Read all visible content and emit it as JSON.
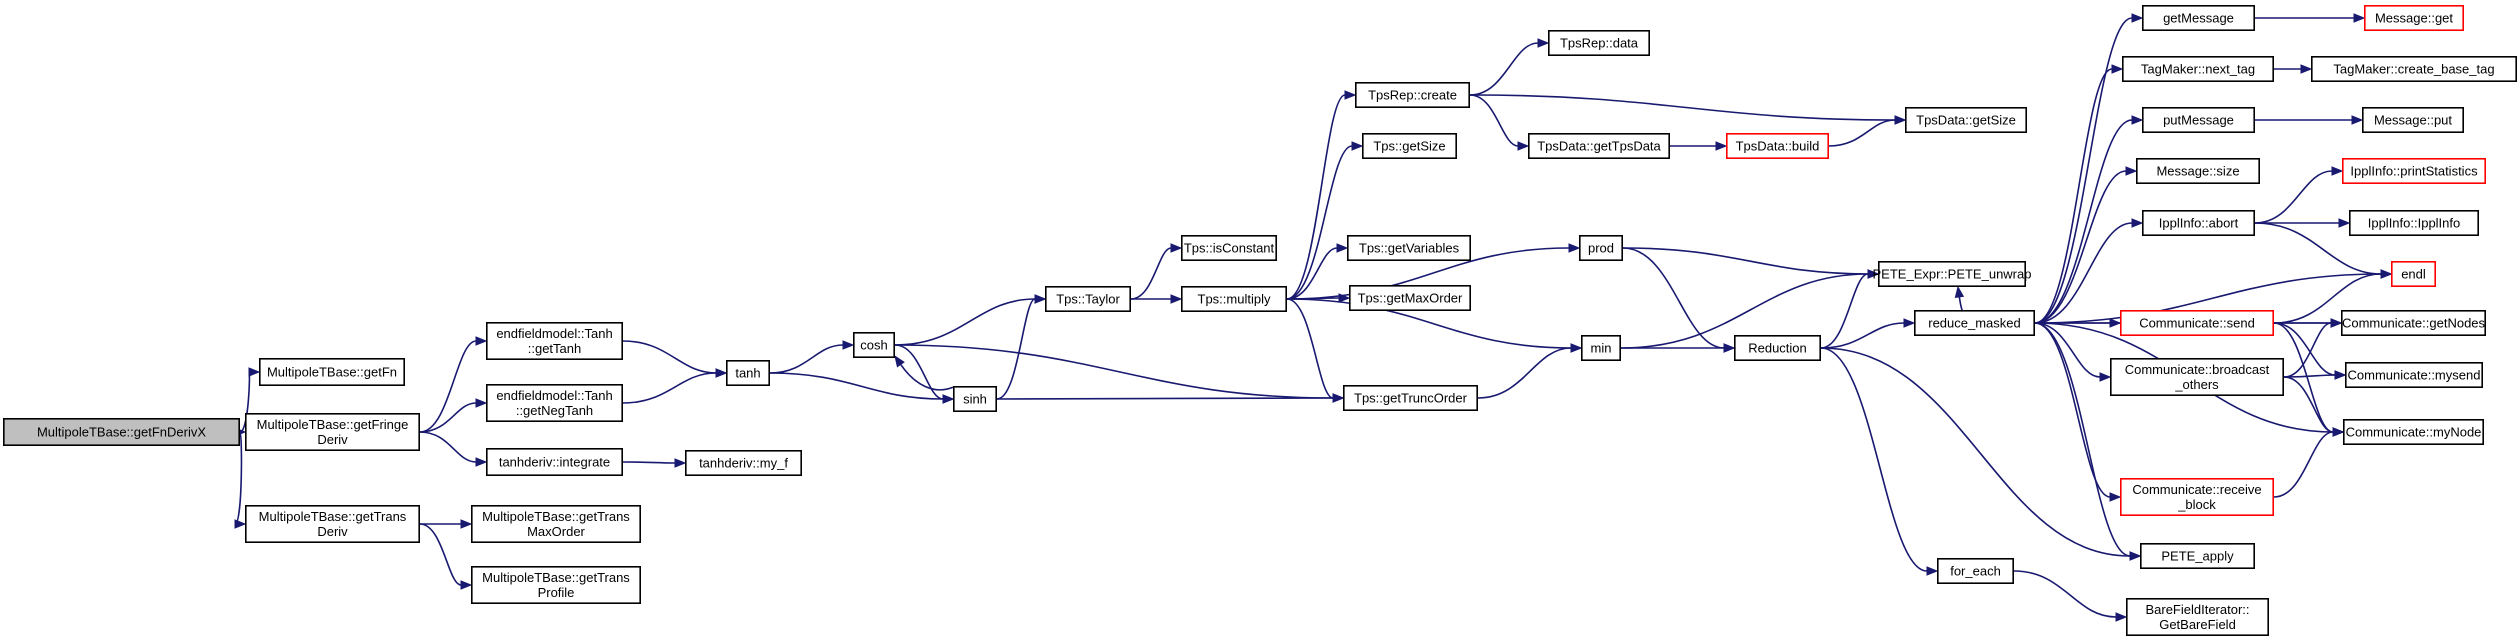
{
  "colors": {
    "edge": "#191970",
    "node_border": "#000000",
    "incomplete_border": "#ff0000",
    "root_fill": "#bfbfbf"
  },
  "nodes": [
    {
      "id": "root",
      "lines": [
        "MultipoleTBase::getFnDerivX"
      ],
      "style": "root"
    },
    {
      "id": "getFn",
      "lines": [
        "MultipoleTBase::getFn"
      ]
    },
    {
      "id": "fringe",
      "lines": [
        "MultipoleTBase::getFringe",
        "Deriv"
      ]
    },
    {
      "id": "trans",
      "lines": [
        "MultipoleTBase::getTrans",
        "Deriv"
      ]
    },
    {
      "id": "tanhGet",
      "lines": [
        "endfieldmodel::Tanh",
        "::getTanh"
      ]
    },
    {
      "id": "tanhNeg",
      "lines": [
        "endfieldmodel::Tanh",
        "::getNegTanh"
      ]
    },
    {
      "id": "integrate",
      "lines": [
        "tanhderiv::integrate"
      ]
    },
    {
      "id": "myf",
      "lines": [
        "tanhderiv::my_f"
      ]
    },
    {
      "id": "maxorder",
      "lines": [
        "MultipoleTBase::getTrans",
        "MaxOrder"
      ]
    },
    {
      "id": "profile",
      "lines": [
        "MultipoleTBase::getTrans",
        "Profile"
      ]
    },
    {
      "id": "tanh",
      "lines": [
        "tanh"
      ]
    },
    {
      "id": "cosh",
      "lines": [
        "cosh"
      ]
    },
    {
      "id": "sinh",
      "lines": [
        "sinh"
      ]
    },
    {
      "id": "taylor",
      "lines": [
        "Tps::Taylor"
      ]
    },
    {
      "id": "isconst",
      "lines": [
        "Tps::isConstant"
      ]
    },
    {
      "id": "multiply",
      "lines": [
        "Tps::multiply"
      ]
    },
    {
      "id": "truncorder",
      "lines": [
        "Tps::getTruncOrder"
      ]
    },
    {
      "id": "tpsrepcreate",
      "lines": [
        "TpsRep::create"
      ]
    },
    {
      "id": "tpsgetsize",
      "lines": [
        "Tps::getSize"
      ]
    },
    {
      "id": "getvariables",
      "lines": [
        "Tps::getVariables"
      ]
    },
    {
      "id": "getmaxorder",
      "lines": [
        "Tps::getMaxOrder"
      ]
    },
    {
      "id": "tpsrepdata",
      "lines": [
        "TpsRep::data"
      ]
    },
    {
      "id": "gettpsdata",
      "lines": [
        "TpsData::getTpsData"
      ]
    },
    {
      "id": "tpsdatabuild",
      "lines": [
        "TpsData::build"
      ],
      "style": "red"
    },
    {
      "id": "tpsdatagetsize",
      "lines": [
        "TpsData::getSize"
      ]
    },
    {
      "id": "prod",
      "lines": [
        "prod"
      ]
    },
    {
      "id": "min",
      "lines": [
        "min"
      ]
    },
    {
      "id": "reduction",
      "lines": [
        "Reduction"
      ]
    },
    {
      "id": "unwrap",
      "lines": [
        "PETE_Expr::PETE_unwrap"
      ]
    },
    {
      "id": "reducemasked",
      "lines": [
        "reduce_masked"
      ]
    },
    {
      "id": "foreach",
      "lines": [
        "for_each"
      ]
    },
    {
      "id": "getbarefield",
      "lines": [
        "BareFieldIterator::",
        "GetBareField"
      ]
    },
    {
      "id": "peteapply",
      "lines": [
        "PETE_apply"
      ]
    },
    {
      "id": "getmessage",
      "lines": [
        "getMessage"
      ]
    },
    {
      "id": "messageget",
      "lines": [
        "Message::get"
      ],
      "style": "red"
    },
    {
      "id": "nexttag",
      "lines": [
        "TagMaker::next_tag"
      ]
    },
    {
      "id": "createbasetag",
      "lines": [
        "TagMaker::create_base_tag"
      ]
    },
    {
      "id": "putmessage",
      "lines": [
        "putMessage"
      ]
    },
    {
      "id": "messageput",
      "lines": [
        "Message::put"
      ]
    },
    {
      "id": "messagesize",
      "lines": [
        "Message::size"
      ]
    },
    {
      "id": "abort",
      "lines": [
        "IpplInfo::abort"
      ]
    },
    {
      "id": "printstats",
      "lines": [
        "IpplInfo::printStatistics"
      ],
      "style": "red"
    },
    {
      "id": "ipplinfo",
      "lines": [
        "IpplInfo::IpplInfo"
      ]
    },
    {
      "id": "endl",
      "lines": [
        "endl"
      ],
      "style": "red"
    },
    {
      "id": "send",
      "lines": [
        "Communicate::send"
      ],
      "style": "red"
    },
    {
      "id": "broadcast",
      "lines": [
        "Communicate::broadcast",
        "_others"
      ]
    },
    {
      "id": "receive",
      "lines": [
        "Communicate::receive",
        "_block"
      ],
      "style": "red"
    },
    {
      "id": "getnodes",
      "lines": [
        "Communicate::getNodes"
      ]
    },
    {
      "id": "mysend",
      "lines": [
        "Communicate::mysend"
      ]
    },
    {
      "id": "mynode",
      "lines": [
        "Communicate::myNode"
      ]
    }
  ],
  "edges": [
    [
      "root",
      "getFn"
    ],
    [
      "root",
      "fringe"
    ],
    [
      "root",
      "trans"
    ],
    [
      "fringe",
      "tanhGet"
    ],
    [
      "fringe",
      "tanhNeg"
    ],
    [
      "fringe",
      "integrate"
    ],
    [
      "integrate",
      "myf"
    ],
    [
      "trans",
      "maxorder"
    ],
    [
      "trans",
      "profile"
    ],
    [
      "tanhGet",
      "tanh"
    ],
    [
      "tanhNeg",
      "tanh"
    ],
    [
      "tanh",
      "cosh"
    ],
    [
      "tanh",
      "sinh"
    ],
    [
      "cosh",
      "sinh"
    ],
    [
      "cosh",
      "taylor"
    ],
    [
      "cosh",
      "truncorder"
    ],
    [
      "sinh",
      "cosh"
    ],
    [
      "sinh",
      "taylor"
    ],
    [
      "sinh",
      "truncorder"
    ],
    [
      "taylor",
      "isconst"
    ],
    [
      "taylor",
      "multiply"
    ],
    [
      "multiply",
      "tpsrepcreate"
    ],
    [
      "multiply",
      "tpsgetsize"
    ],
    [
      "multiply",
      "prod"
    ],
    [
      "multiply",
      "getvariables"
    ],
    [
      "multiply",
      "getmaxorder"
    ],
    [
      "multiply",
      "min"
    ],
    [
      "multiply",
      "truncorder"
    ],
    [
      "tpsrepcreate",
      "tpsrepdata"
    ],
    [
      "tpsrepcreate",
      "gettpsdata"
    ],
    [
      "tpsrepcreate",
      "tpsdatagetsize"
    ],
    [
      "gettpsdata",
      "tpsdatabuild"
    ],
    [
      "tpsdatabuild",
      "tpsdatagetsize"
    ],
    [
      "truncorder",
      "min"
    ],
    [
      "prod",
      "unwrap"
    ],
    [
      "prod",
      "reduction"
    ],
    [
      "min",
      "unwrap"
    ],
    [
      "min",
      "reduction"
    ],
    [
      "reduction",
      "unwrap"
    ],
    [
      "reduction",
      "reducemasked"
    ],
    [
      "reduction",
      "foreach"
    ],
    [
      "reduction",
      "peteapply"
    ],
    [
      "foreach",
      "getbarefield"
    ],
    [
      "reducemasked",
      "getmessage"
    ],
    [
      "reducemasked",
      "nexttag"
    ],
    [
      "reducemasked",
      "putmessage"
    ],
    [
      "reducemasked",
      "messagesize"
    ],
    [
      "reducemasked",
      "abort"
    ],
    [
      "reducemasked",
      "endl"
    ],
    [
      "reducemasked",
      "send"
    ],
    [
      "reducemasked",
      "getnodes"
    ],
    [
      "reducemasked",
      "broadcast"
    ],
    [
      "reducemasked",
      "mynode"
    ],
    [
      "reducemasked",
      "receive"
    ],
    [
      "reducemasked",
      "peteapply"
    ],
    [
      "reducemasked",
      "unwrap"
    ],
    [
      "getmessage",
      "messageget"
    ],
    [
      "nexttag",
      "createbasetag"
    ],
    [
      "putmessage",
      "messageput"
    ],
    [
      "abort",
      "printstats"
    ],
    [
      "abort",
      "ipplinfo"
    ],
    [
      "abort",
      "endl"
    ],
    [
      "send",
      "endl"
    ],
    [
      "send",
      "getnodes"
    ],
    [
      "send",
      "mysend"
    ],
    [
      "send",
      "mynode"
    ],
    [
      "broadcast",
      "getnodes"
    ],
    [
      "broadcast",
      "mysend"
    ],
    [
      "broadcast",
      "mynode"
    ],
    [
      "receive",
      "mynode"
    ]
  ]
}
